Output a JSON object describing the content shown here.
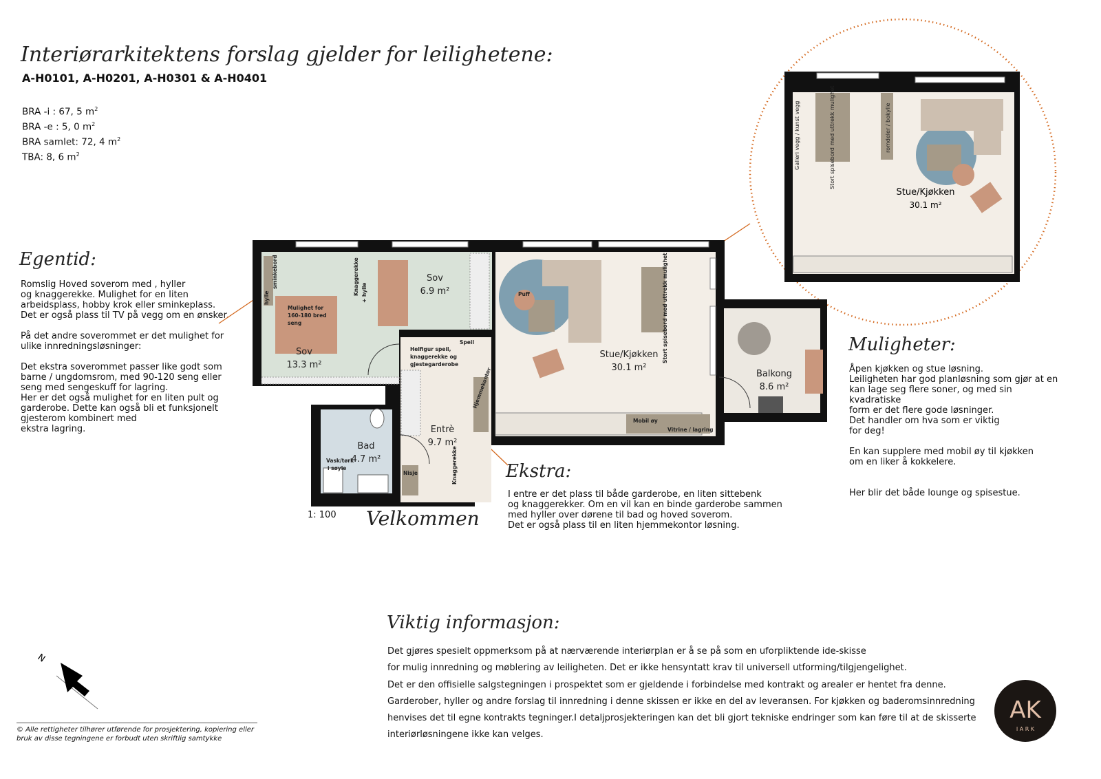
{
  "header": {
    "title": "Interiørarkitektens forslag gjelder for leilighetene:",
    "apartments": "A-H0101, A-H0201, A-H0301 & A-H0401",
    "areas": [
      {
        "label": "BRA -i : 67, 5",
        "unit": "m",
        "sup": "2"
      },
      {
        "label": "BRA -e : 5, 0",
        "unit": "m",
        "sup": "2"
      },
      {
        "label": "BRA samlet: 72, 4",
        "unit": "m",
        "sup": "2"
      },
      {
        "label": "TBA: 8, 6",
        "unit": "m",
        "sup": "2"
      }
    ]
  },
  "egentid": {
    "heading": "Egentid:",
    "text": "Romslig Hoved soverom med , hyller\nog knaggerekke. Mulighet for en liten\narbeidsplass, hobby krok eller sminkeplass.\nDet er også plass til TV på vegg om en ønsker.\n\nPå det andre soverommet er det mulighet for\nulike innredningsløsninger:\n\nDet ekstra soverommet passer like godt som\nbarne / ungdomsrom, med 90-120 seng eller\nseng med sengeskuff for lagring.\nHer er det også mulighet for en liten pult og\ngarderobe. Dette kan også bli et funksjonelt\ngjesterom kombinert med\nekstra lagring."
  },
  "muligheter": {
    "heading": "Muligheter:",
    "text": "Åpen kjøkken og stue løsning.\nLeiligheten har god planløsning som gjør at en\nkan lage seg flere soner, og med sin kvadratiske\nform er det flere gode løsninger.\nDet handler om hva som er viktig\nfor deg!\n\nEn kan supplere med mobil øy til kjøkken\nom en liker å kokkelere.\n\n\nHer blir det både lounge og spisestue."
  },
  "ekstra": {
    "heading": "Ekstra:",
    "text": "I entre er det plass til både garderobe, en liten sittebenk\nog knaggerekker. Om en vil kan en binde garderobe sammen\nmed hyller over dørene til bad og hoved soverom.\nDet er også plass til en liten hjemmekontor løsning."
  },
  "viktig": {
    "heading": "Viktig informasjon:",
    "lines": [
      "Det gjøres spesielt oppmerksom på at nærværende interiørplan er å se på som en uforpliktende ide-skisse",
      "for mulig innredning og møblering av leiligheten. Det er ikke hensyntatt krav til universell utforming/tilgjengelighet.",
      "Det er den offisielle salgstegningen i prospektet som er gjeldende i forbindelse med kontrakt og arealer er hentet fra denne.",
      "Garderober, hyller og andre forslag til innredning i denne skissen er ikke en del av leveransen. For kjøkken og baderomsinnredning",
      "henvises det til egne kontrakts tegninger.I detaljprosjekteringen kan det bli gjort tekniske endringer som kan føre til at de skisserte",
      "interiørløsningene ikke kan velges."
    ]
  },
  "plan": {
    "scale": "1: 100",
    "welcome": "Velkommen",
    "rooms": {
      "sov_main": {
        "name": "Sov",
        "area": "13.3 m²"
      },
      "sov_small": {
        "name": "Sov",
        "area": "6.9 m²"
      },
      "stue": {
        "name": "Stue/Kjøkken",
        "area": "30.1 m²"
      },
      "balkong": {
        "name": "Balkong",
        "area": "8.6 m²"
      },
      "entre": {
        "name": "Entrè",
        "area": "9.7 m²"
      },
      "bad": {
        "name": "Bad",
        "area": "4.7 m²"
      }
    },
    "labels": {
      "sminkebord": "sminkebord",
      "hylle": "hylle",
      "bed": [
        "Mulighet for",
        "160-180 bred",
        "seng"
      ],
      "knaggerekke_hylle": [
        "Knaggerekke",
        "+ hylle"
      ],
      "speil": "Speil",
      "helfigur": [
        "Helfigur speil,",
        "knaggerekke og",
        "gjestegarderobe"
      ],
      "hjemmekontor": "Hjemmekontor",
      "knaggerekke": "Knaggerekke",
      "nisje": "Nisje",
      "vask": [
        "Vask/tørk",
        "i søyle"
      ],
      "puff": "Puff",
      "spisebord": "Stort spisebord med uttrekk mulighet",
      "mobil_oy": "Mobil øy",
      "vitrine": "Vitrine / lagring"
    }
  },
  "inset": {
    "room": {
      "name": "Stue/Kjøkken",
      "area": "30.1 m²"
    },
    "galleri": "Galleri vegg / kunst vegg",
    "spisebord": "Stort spisebord med uttrekk mulighet",
    "romdeler": "romdeler / bokylle"
  },
  "compass": {
    "north": "N"
  },
  "logo": {
    "letters": "AK",
    "sub": "I A R K"
  },
  "footer": {
    "copyright": "© Alle rettigheter tilhører utførende for prosjektering, kopiering eller bruk av disse tegningene er forbudt uten skriftlig samtykke"
  },
  "colors": {
    "wall": "#111111",
    "floor": "#f3eee7",
    "bedroom": "#d9e2d8",
    "bath": "#d3dde3",
    "rug": "#7f9fb0",
    "wood": "#a59a88",
    "terracotta": "#c9977d",
    "accent": "#d4691f"
  }
}
